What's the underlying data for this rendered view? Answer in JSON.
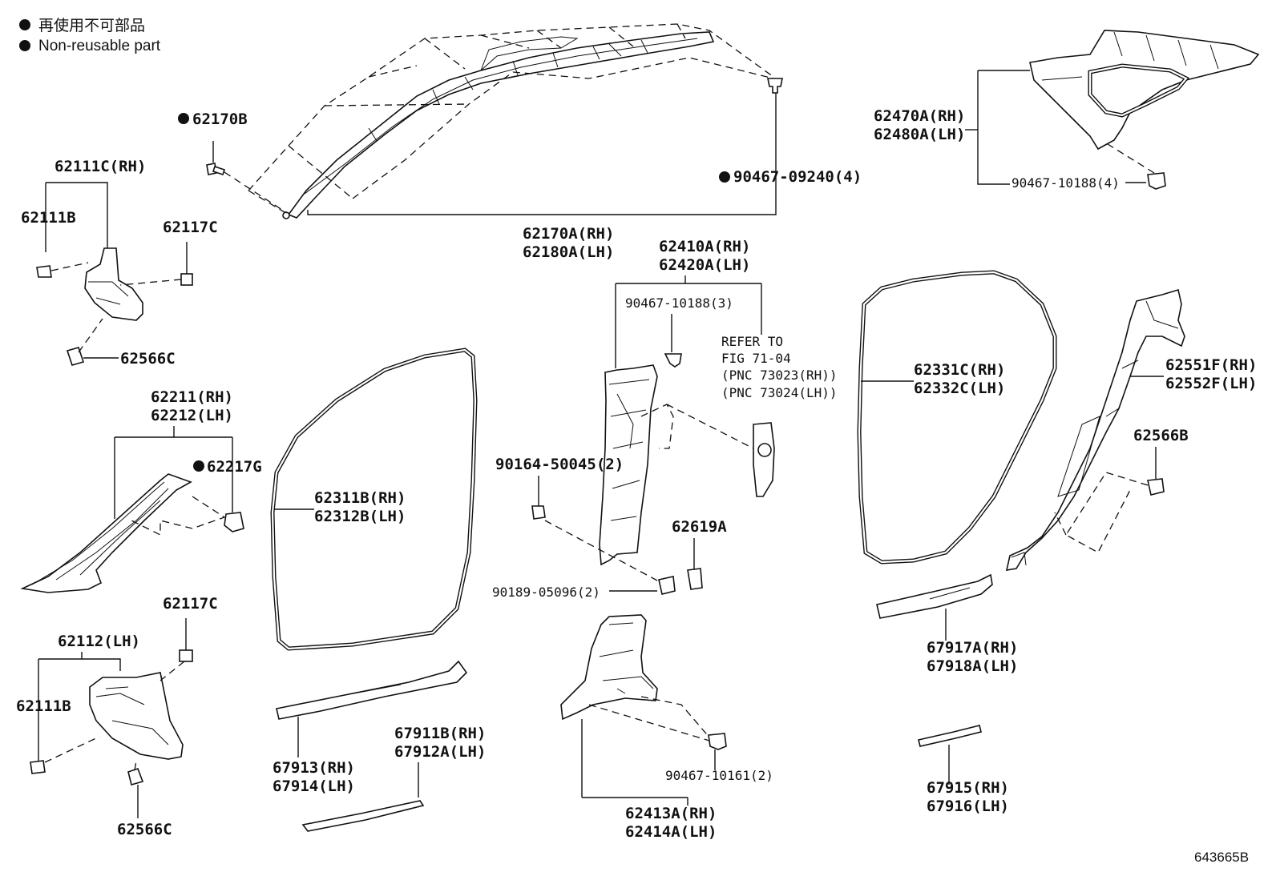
{
  "legend": {
    "items": [
      {
        "symbol": "●",
        "text": "再使用不可部品"
      },
      {
        "symbol": "●",
        "text": "Non-reusable part"
      }
    ]
  },
  "labels": {
    "l62170B": "62170B",
    "l62111C": "62111C(RH)",
    "l62111B_top": "62111B",
    "l62117C_top": "62117C",
    "l62566C_top": "62566C",
    "l62211": "62211(RH)",
    "l62212": "62212(LH)",
    "l62217G": "62217G",
    "l62117C_bot": "62117C",
    "l62112": "62112(LH)",
    "l62111B_bot": "62111B",
    "l62566C_bot": "62566C",
    "l62170A": "62170A(RH)",
    "l62180A": "62180A(LH)",
    "l90467_09240": "90467-09240(4)",
    "l62311B": "62311B(RH)",
    "l62312B": "62312B(LH)",
    "l67913": "67913(RH)",
    "l67914": "67914(LH)",
    "l67911B": "67911B(RH)",
    "l67912A": "67912A(LH)",
    "l62410A": "62410A(RH)",
    "l62420A": "62420A(LH)",
    "l90467_10188_3": "90467-10188(3)",
    "l_refer1": "REFER TO",
    "l_refer2": "FIG 71-04",
    "l_pnc1": "(PNC 73023(RH))",
    "l_pnc2": "(PNC 73024(LH))",
    "l90164": "90164-50045(2)",
    "l62619A": "62619A",
    "l90189": "90189-05096(2)",
    "l90467_10161": "90467-10161(2)",
    "l62413A": "62413A(RH)",
    "l62414A": "62414A(LH)",
    "l62470A": "62470A(RH)",
    "l62480A": "62480A(LH)",
    "l90467_10188_4": "90467-10188(4)",
    "l62331C": "62331C(RH)",
    "l62332C": "62332C(LH)",
    "l62551F": "62551F(RH)",
    "l62552F": "62552F(LH)",
    "l62566B": "62566B",
    "l67917A": "67917A(RH)",
    "l67918A": "67918A(LH)",
    "l67915": "67915(RH)",
    "l67916": "67916(LH)"
  },
  "doc_id": "643665B"
}
